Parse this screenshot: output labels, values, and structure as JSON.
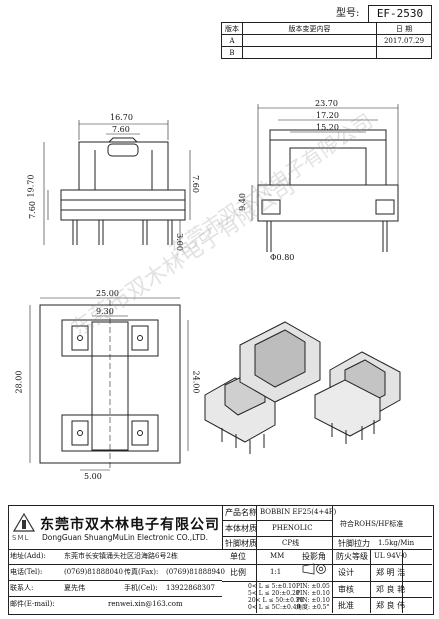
{
  "header": {
    "model_label": "型号:",
    "model_value": "EF-2530"
  },
  "revision_table": {
    "col_version": "版本",
    "col_content": "版本变更内容",
    "col_date": "日 期",
    "rows": [
      {
        "version": "A",
        "content": "",
        "date": "2017.07.29"
      },
      {
        "version": "B",
        "content": "",
        "date": ""
      }
    ]
  },
  "dimensions": {
    "top_width": "16.70",
    "top_inner": "7.60",
    "left_height": "19.70",
    "left_lower": "7.60",
    "right_inner": "7.60",
    "pin_length": "3.00",
    "side_total": "23.70",
    "side_mid": "17.20",
    "side_inner": "15.20",
    "side_height": "9.40",
    "pin_dia": "Φ0.80",
    "plan_width": "25.00",
    "plan_inner": "9.30",
    "plan_height": "28.00",
    "plan_inner_h": "24.00",
    "plan_pitch": "5.00"
  },
  "watermark": {
    "line1": "东莞市双木林电子有限公司",
    "line2": "东莞市双木林电子有限公司"
  },
  "company": {
    "logo_text": "SML",
    "name_cn": "东莞市双木林电子有限公司",
    "name_en": "DongGuan ShuangMuLin Electronic CO.,LTD."
  },
  "spec": {
    "product_name_label": "产品名称",
    "product_name_value": "BOBBIN EF25(4+4P)",
    "material_label": "本体材质",
    "material_value": "PHENOLIC",
    "pin_material_label": "针脚材质",
    "pin_material_value": "CP线",
    "rohs": "符合ROHS/HF标准",
    "pull_label": "针脚拉力",
    "pull_value": "1.5kg/Min",
    "unit_label": "单位",
    "unit_value": "MM",
    "projection_label": "投影角",
    "flame_label": "防火等级",
    "flame_value": "UL 94V-0",
    "ratio_label": "比例",
    "ratio_value": "1:1",
    "tol_lines": [
      "0< L ≤ 5:±0.10",
      "5< L ≤ 20:±0.20",
      "20< L ≤ 50:±0.30",
      "0< L ≤ 5C:±0.40"
    ],
    "tol_right": [
      "PIN: ±0.05",
      "PIN: ±0.10",
      "PIN: ±0.10",
      "角度: ±0.5°"
    ],
    "design_label": "设计",
    "design_value": "郑 明 浩",
    "check_label": "审核",
    "check_value": "邓 良 艳",
    "approve_label": "批准",
    "approve_value": "郑 良 伟"
  },
  "contact": {
    "address_label": "地址(Add):",
    "address_value": "东莞市长安镇涌头社区沿海路6号2栋",
    "tel_label": "电话(Tel):",
    "tel_value": "(0769)81888040",
    "fax_label": "传真(Fax):",
    "fax_value": "(0769)81888940",
    "contact_label": "联系人:",
    "contact_value": "夏先伟",
    "mobile_label": "手机(Cel):",
    "mobile_value": "13922868307",
    "email_label": "邮件(E-mail):",
    "email_value": "renwei.xin@163.com"
  }
}
